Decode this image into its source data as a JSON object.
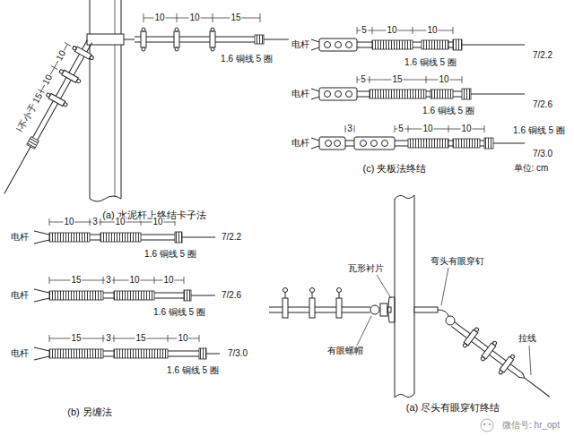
{
  "diagram": {
    "labels": [
      "10",
      "10",
      "15",
      "1.6 铜线 5 圈",
      "10",
      "10",
      "不小于 15",
      "(a) 水泥杆上终结卡子法",
      "电杆",
      "5",
      "10",
      "10",
      "1.6 铜线 5 圈",
      "7/2.2",
      "电杆",
      "5",
      "15",
      "10",
      "1.6 铜线 5 圈",
      "7/2.6",
      "电杆",
      "3",
      "5",
      "10",
      "10",
      "1.6 铜线 5 圈",
      "7/3.0",
      "(c) 夹板法终结",
      "单位: cm",
      "电杆",
      "10",
      "3",
      "10",
      "10",
      "1.6 铜线 5 圈",
      "7/2.2",
      "电杆",
      "15",
      "3",
      "10",
      "10",
      "1.6 铜线 5 圈",
      "7/2.6",
      "电杆",
      "15",
      "3",
      "15",
      "10",
      "1.6 铜线 5 圈",
      "7/3.0",
      "(b) 另缠法",
      "瓦形衬片",
      "弯头有眼穿钉",
      "有眼螺帽",
      "拉线",
      "(a) 尽头有眼穿钉终结",
      "微信号: hr_opt"
    ]
  }
}
